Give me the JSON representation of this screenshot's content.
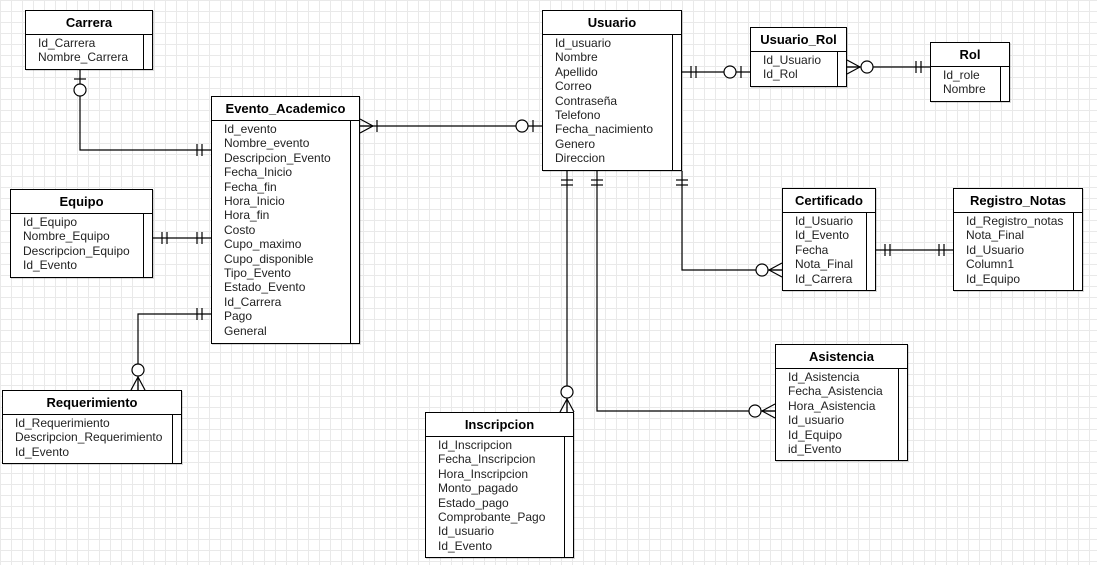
{
  "diagram": {
    "entities": [
      {
        "id": "carrera",
        "title": "Carrera",
        "fields": [
          "Id_Carrera",
          "Nombre_Carrera"
        ]
      },
      {
        "id": "evento",
        "title": "Evento_Academico",
        "fields": [
          "Id_evento",
          "Nombre_evento",
          "Descripcion_Evento",
          "Fecha_Inicio",
          "Fecha_fin",
          "Hora_Inicio",
          "Hora_fin",
          "Costo",
          "Cupo_maximo",
          "Cupo_disponible",
          "Tipo_Evento",
          "Estado_Evento",
          "Id_Carrera",
          "Pago",
          "General"
        ]
      },
      {
        "id": "equipo",
        "title": "Equipo",
        "fields": [
          "Id_Equipo",
          "Nombre_Equipo",
          "Descripcion_Equipo",
          "Id_Evento"
        ]
      },
      {
        "id": "requerimiento",
        "title": "Requerimiento",
        "fields": [
          "Id_Requerimiento",
          "Descripcion_Requerimiento",
          "Id_Evento"
        ]
      },
      {
        "id": "usuario",
        "title": "Usuario",
        "fields": [
          "Id_usuario",
          "Nombre",
          "Apellido",
          "Correo",
          "Contraseña",
          "Telefono",
          "Fecha_nacimiento",
          "Genero",
          "Direccion"
        ]
      },
      {
        "id": "usuario_rol",
        "title": "Usuario_Rol",
        "fields": [
          "Id_Usuario",
          "Id_Rol"
        ]
      },
      {
        "id": "rol",
        "title": "Rol",
        "fields": [
          "Id_role",
          "Nombre"
        ]
      },
      {
        "id": "certificado",
        "title": "Certificado",
        "fields": [
          "Id_Usuario",
          "Id_Evento",
          "Fecha",
          "Nota_Final",
          "Id_Carrera"
        ]
      },
      {
        "id": "registro_notas",
        "title": "Registro_Notas",
        "fields": [
          "Id_Registro_notas",
          "Nota_Final",
          "Id_Usuario",
          "Column1",
          "Id_Equipo"
        ]
      },
      {
        "id": "asistencia",
        "title": "Asistencia",
        "fields": [
          "Id_Asistencia",
          "Fecha_Asistencia",
          "Hora_Asistencia",
          "Id_usuario",
          "Id_Equipo",
          "id_Evento"
        ]
      },
      {
        "id": "inscripcion",
        "title": "Inscripcion",
        "fields": [
          "Id_Inscripcion",
          "Fecha_Inscripcion",
          "Hora_Inscripcion",
          "Monto_pagado",
          "Estado_pago",
          "Comprobante_Pago",
          "Id_usuario",
          "Id_Evento"
        ]
      }
    ],
    "relationships": [
      {
        "from": "carrera",
        "to": "evento",
        "from_card": "zero-or-one",
        "to_card": "one-and-only-one"
      },
      {
        "from": "equipo",
        "to": "evento",
        "from_card": "one-and-only-one",
        "to_card": "one-and-only-one"
      },
      {
        "from": "requerimiento",
        "to": "evento",
        "from_card": "zero-or-many",
        "to_card": "one-and-only-one"
      },
      {
        "from": "evento",
        "to": "usuario",
        "from_card": "one-or-many",
        "to_card": "zero-or-one"
      },
      {
        "from": "usuario",
        "to": "usuario_rol",
        "from_card": "one-and-only-one",
        "to_card": "zero-or-one"
      },
      {
        "from": "usuario_rol",
        "to": "rol",
        "from_card": "zero-or-many",
        "to_card": "one-and-only-one"
      },
      {
        "from": "usuario",
        "to": "certificado",
        "from_card": "one-and-only-one",
        "to_card": "zero-or-many"
      },
      {
        "from": "certificado",
        "to": "registro_notas",
        "from_card": "one-and-only-one",
        "to_card": "one-and-only-one"
      },
      {
        "from": "usuario",
        "to": "inscripcion",
        "from_card": "one-and-only-one",
        "to_card": "zero-or-many"
      },
      {
        "from": "usuario",
        "to": "asistencia",
        "from_card": "one-and-only-one",
        "to_card": "zero-or-many"
      }
    ]
  }
}
